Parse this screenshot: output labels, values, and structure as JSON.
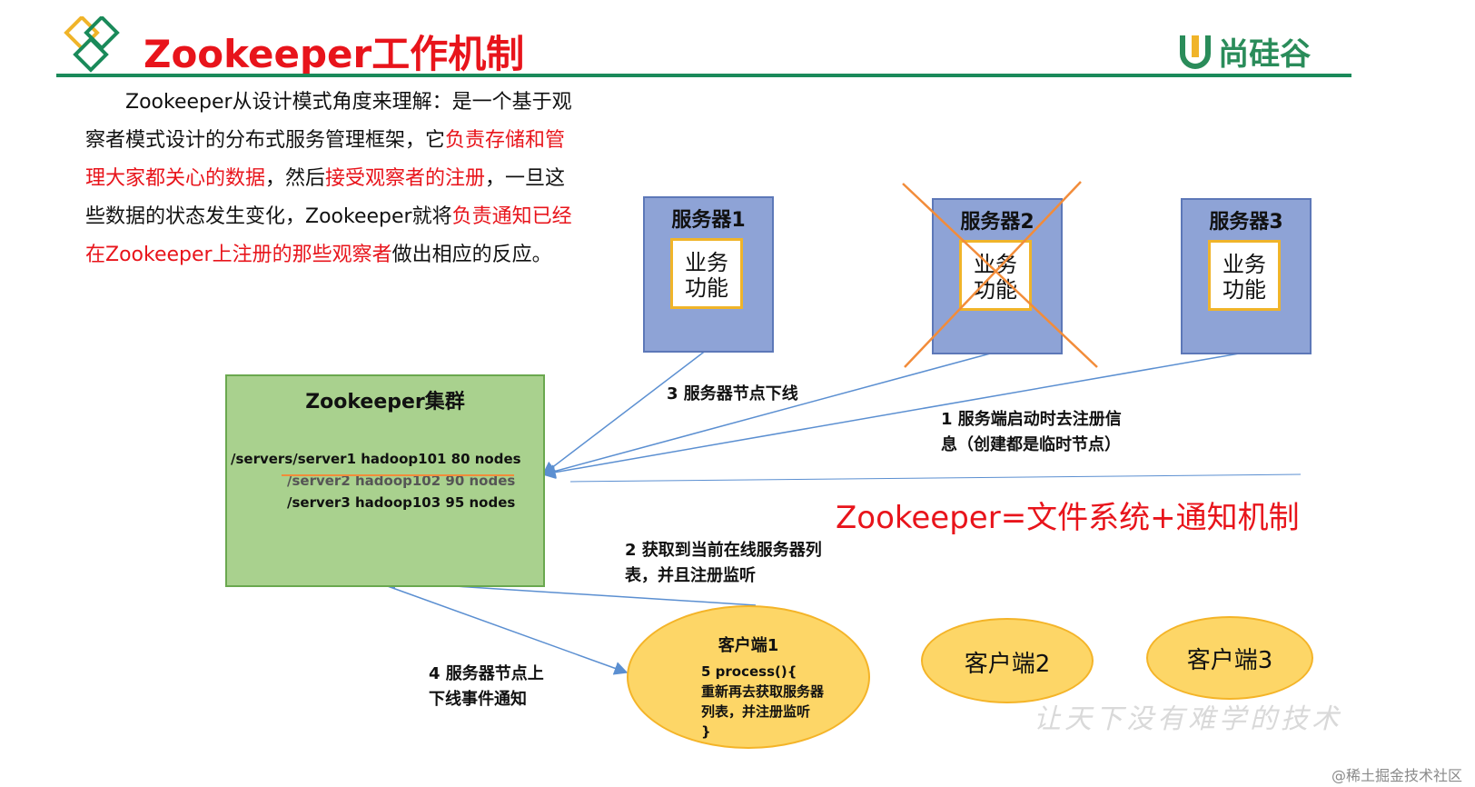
{
  "title": "Zookeeper工作机制",
  "brand": "尚硅谷",
  "description": {
    "segments": [
      {
        "text": "Zookeeper从设计模式角度来理解：是一个基于观察者模式设计的分布式服务管理框架，它",
        "red": false
      },
      {
        "text": "负责存储和管理大家都关心的数据",
        "red": true
      },
      {
        "text": "，然后",
        "red": false
      },
      {
        "text": "接受观察者的注册",
        "red": true
      },
      {
        "text": "，一旦这些数据的状态发生变化，Zookeeper就将",
        "red": false
      },
      {
        "text": "负责通知已经在Zookeeper上注册的那些观察者",
        "red": true
      },
      {
        "text": "做出相应的反应。",
        "red": false
      }
    ]
  },
  "servers": [
    {
      "name": "服务器1",
      "func_line1": "业务",
      "func_line2": "功能"
    },
    {
      "name": "服务器2",
      "func_line1": "业务",
      "func_line2": "功能"
    },
    {
      "name": "服务器3",
      "func_line1": "业务",
      "func_line2": "功能"
    }
  ],
  "cluster": {
    "name": "Zookeeper集群",
    "row1": "/servers/server1   hadoop101   80 nodes",
    "row2": "/server2   hadoop102   90 nodes",
    "row3": "/server3   hadoop103   95 nodes"
  },
  "labels": {
    "step3": "3 服务器节点下线",
    "step1_line1": "1  服务端启动时去注册信",
    "step1_line2": "息（创建都是临时节点）",
    "step2_line1": "2  获取到当前在线服务器列",
    "step2_line2": "表，并且注册监听",
    "step4_line1": "4  服务器节点上",
    "step4_line2": "下线事件通知"
  },
  "formula": "Zookeeper=文件系统+通知机制",
  "clients": {
    "client1": {
      "name": "客户端1",
      "line1": "5 process(){",
      "line2": "重新再去获取服务器",
      "line3": "列表，并注册监听",
      "line4": "}"
    },
    "client2": "客户端2",
    "client3": "客户端3"
  },
  "watermark": "让天下没有难学的技术",
  "footer": "@稀土掘金技术社区",
  "colors": {
    "title_red": "#e8141b",
    "rule_green": "#1a8a5a",
    "server_blue": "#8ea3d6",
    "cluster_green": "#a9d18e",
    "client_yellow": "#fdd667",
    "cross_orange": "#f28c3a",
    "arrow_blue": "#5b8fd1"
  }
}
